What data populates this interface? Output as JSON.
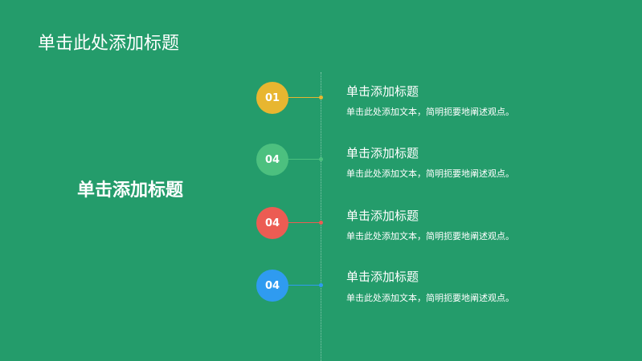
{
  "slide": {
    "title": "单击此处添加标题",
    "section_title": "单击添加标题",
    "background": "#249c6b"
  },
  "items": [
    {
      "number": "01",
      "color": "#e8b630",
      "title": "单击添加标题",
      "desc": "单击此处添加文本，简明扼要地阐述观点。"
    },
    {
      "number": "04",
      "color": "#4cc07f",
      "title": "单击添加标题",
      "desc": "单击此处添加文本，简明扼要地阐述观点。"
    },
    {
      "number": "04",
      "color": "#ec5c53",
      "title": "单击添加标题",
      "desc": "单击此处添加文本，简明扼要地阐述观点。"
    },
    {
      "number": "04",
      "color": "#2f9bf0",
      "title": "单击添加标题",
      "desc": "单击此处添加文本，简明扼要地阐述观点。"
    }
  ]
}
